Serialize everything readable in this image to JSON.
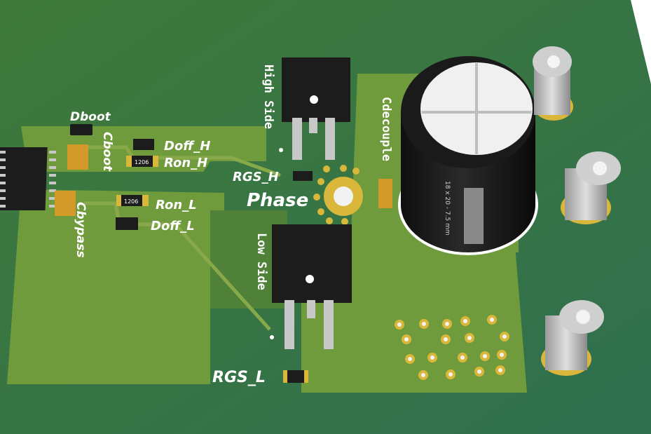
{
  "labels": {
    "dboot": "Dboot",
    "cboot": "Cboot",
    "doff_h": "Doff_H",
    "ron_h": "Ron_H",
    "rgs_h": "RGS_H",
    "phase": "Phase",
    "ron_l": "Ron_L",
    "doff_l": "Doff_L",
    "cbypass": "Cbypass",
    "high_side": "High Side",
    "low_side": "Low Side",
    "cdecouple": "Cdecouple",
    "rgs_l": "RGS_L"
  },
  "markings": {
    "r1206_a": "1206",
    "r1206_b": "1206",
    "cap_print": "18 x 20 - 7.5 mm"
  },
  "colors": {
    "board": "#5b8a3a",
    "copper_pour": "#6f9b3c",
    "pad_gold": "#d9b73a",
    "silkscreen": "#ffffff",
    "component_black": "#1c1c1c"
  }
}
